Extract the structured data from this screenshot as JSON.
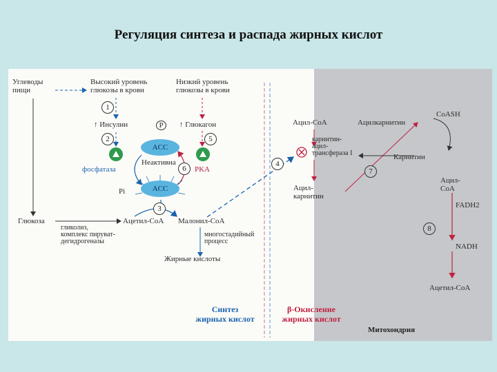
{
  "title": "Регуляция синтеза и распада жирных кислот",
  "labels": {
    "carbs": "Углеводы\nпищи",
    "high_glucose": "Высокий уровень\nглюкозы в крови",
    "low_glucose": "Низкий уровень\nглюкозы в крови",
    "insulin": "↑ Инсулин",
    "glucagon": "↑ Глюкагон",
    "p_phos": "P",
    "acc": "ACC",
    "inactive": "Неактивна",
    "phosphatase": "фосфатаза",
    "pka": "PKA",
    "pi": "Pi",
    "glucose": "Глюкоза",
    "glycolysis": "гликолиз,\nкомплекс пируват-\nдегидрогеназы",
    "acetyl_coa": "Ацетил-CoA",
    "malonyl_coa": "Малонил-CoA",
    "multistep": "многостадийный\nпроцесс",
    "fatty_acids": "Жирные кислоты",
    "acyl_coa": "Ацил-CoA",
    "acylcarnitine": "Ацилкарнитин",
    "coash": "CoASH",
    "cpt1": "карнитин-\nацил-\nтрансфераза I",
    "carnitine": "Карнитин",
    "acyl_carnitine_2": "Ацил-\nкарнитин",
    "acyl_coa_2": "Ацил-\nCoA",
    "fadh2": "FADH2",
    "nadh": "NADH",
    "acetyl_coa_2": "Ацетил-CoA",
    "synthesis": "Синтез\nжирных кислот",
    "beta_ox": "β-Окисление\nжирных кислот",
    "mitochondria": "Митохондрия"
  },
  "numbers": [
    "1",
    "2",
    "3",
    "4",
    "5",
    "6",
    "7",
    "8"
  ]
}
